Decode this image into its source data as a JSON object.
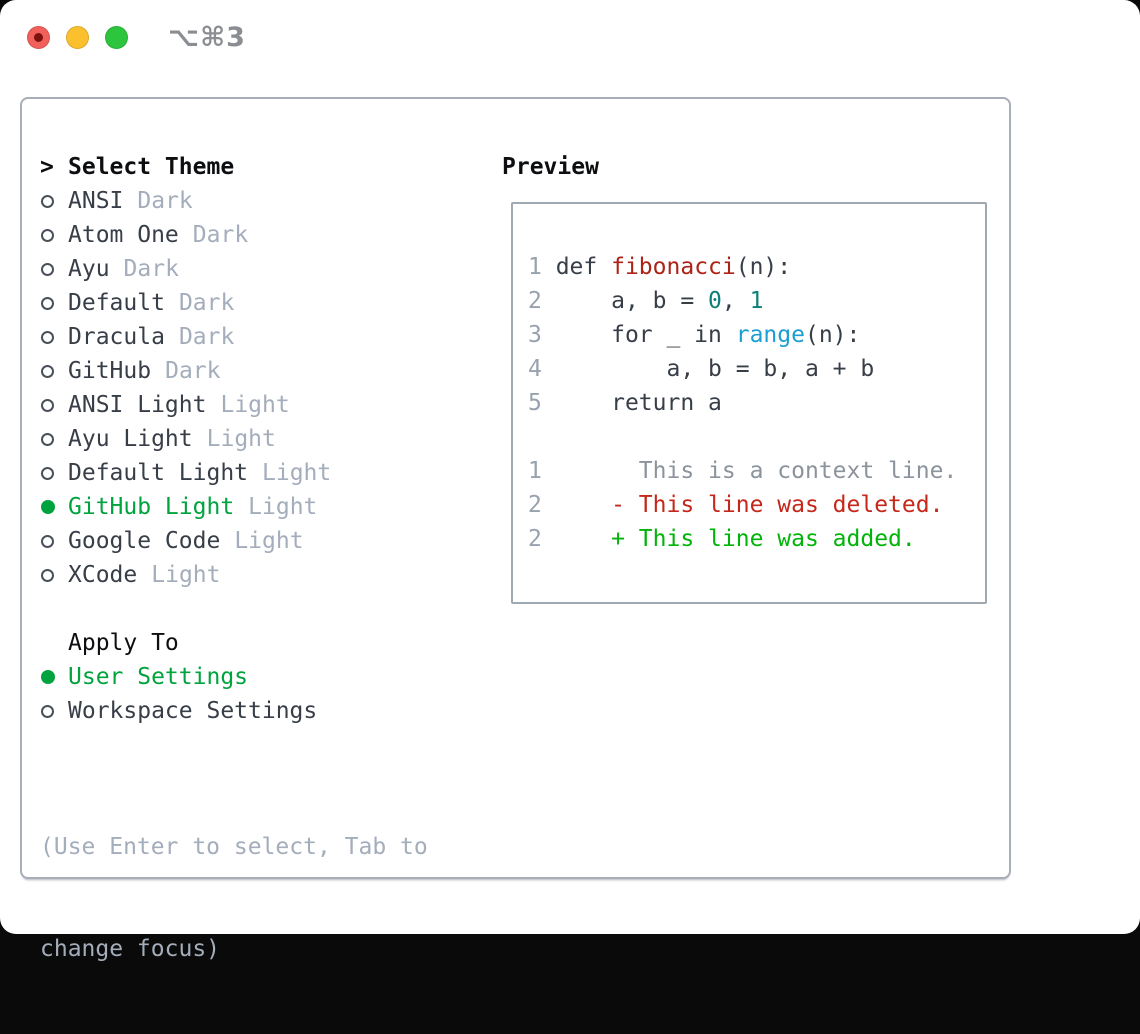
{
  "titlebar": {
    "shortcut": "⌥⌘3"
  },
  "theme_list": {
    "prompt": ">",
    "heading": "Select Theme",
    "items": [
      {
        "name": "ANSI",
        "variant": "Dark",
        "selected": false
      },
      {
        "name": "Atom One",
        "variant": "Dark",
        "selected": false
      },
      {
        "name": "Ayu",
        "variant": "Dark",
        "selected": false
      },
      {
        "name": "Default",
        "variant": "Dark",
        "selected": false
      },
      {
        "name": "Dracula",
        "variant": "Dark",
        "selected": false
      },
      {
        "name": "GitHub",
        "variant": "Dark",
        "selected": false
      },
      {
        "name": "ANSI Light",
        "variant": "Light",
        "selected": false
      },
      {
        "name": "Ayu Light",
        "variant": "Light",
        "selected": false
      },
      {
        "name": "Default Light",
        "variant": "Light",
        "selected": false
      },
      {
        "name": "GitHub Light",
        "variant": "Light",
        "selected": true
      },
      {
        "name": "Google Code",
        "variant": "Light",
        "selected": false
      },
      {
        "name": "XCode",
        "variant": "Light",
        "selected": false
      }
    ]
  },
  "apply_to": {
    "heading": "Apply To",
    "options": [
      {
        "label": "User Settings",
        "selected": true
      },
      {
        "label": "Workspace Settings",
        "selected": false
      }
    ]
  },
  "hint": {
    "line1": "(Use Enter to select, Tab to",
    "line2": "change focus)"
  },
  "preview": {
    "title": "Preview",
    "code_lines": [
      {
        "num": "1",
        "segments": [
          {
            "text": " def ",
            "style": "code"
          },
          {
            "text": "fibonacci",
            "style": "function"
          },
          {
            "text": "(n):",
            "style": "code"
          }
        ]
      },
      {
        "num": "2",
        "segments": [
          {
            "text": "     a, b = ",
            "style": "code"
          },
          {
            "text": "0",
            "style": "number"
          },
          {
            "text": ", ",
            "style": "code"
          },
          {
            "text": "1",
            "style": "number"
          }
        ]
      },
      {
        "num": "3",
        "segments": [
          {
            "text": "     for _ in ",
            "style": "code"
          },
          {
            "text": "range",
            "style": "builtin"
          },
          {
            "text": "(n):",
            "style": "code"
          }
        ]
      },
      {
        "num": "4",
        "segments": [
          {
            "text": "         a, b = b, a + b",
            "style": "code"
          }
        ]
      },
      {
        "num": "5",
        "segments": [
          {
            "text": "     return a",
            "style": "code"
          }
        ]
      }
    ],
    "diff_lines": [
      {
        "num": "1",
        "segments": [
          {
            "text": "       This is a context line.",
            "style": "context"
          }
        ]
      },
      {
        "num": "2",
        "segments": [
          {
            "text": "     - This line was deleted.",
            "style": "deleted"
          }
        ]
      },
      {
        "num": "2",
        "segments": [
          {
            "text": "     + This line was added.",
            "style": "added"
          }
        ]
      }
    ]
  },
  "colors": {
    "selected_green": "#00a33e",
    "added_green": "#00b408",
    "deleted_red": "#c5271a",
    "function_red": "#ad2317",
    "number_teal": "#0c7f79",
    "builtin_blue": "#1b9ed2",
    "text_dark": "#383e48",
    "text_muted": "#a4adbb",
    "line_number_gray": "#98a2ae",
    "panel_border": "#a8aeb8",
    "traffic_red": "#f1605a",
    "traffic_yellow": "#fbc02d",
    "traffic_green": "#2dc53e"
  }
}
